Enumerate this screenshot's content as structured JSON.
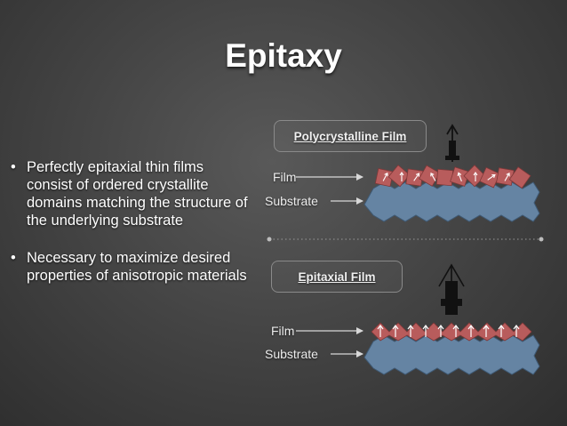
{
  "slide": {
    "title": "Epitaxy",
    "bullets": [
      {
        "marker": "•",
        "text": "Perfectly epitaxial thin films consist of ordered crystallite domains matching the structure of the underlying substrate"
      },
      {
        "marker": "•",
        "text": "Necessary to maximize desired properties of anisotropic materials"
      }
    ]
  },
  "diagram": {
    "poly": {
      "title": "Polycrystalline Film",
      "film_label": "Film",
      "substrate_label": "Substrate"
    },
    "epi": {
      "title": "Epitaxial Film",
      "film_label": "Film",
      "substrate_label": "Substrate"
    }
  },
  "colors": {
    "film": "#b85c5c",
    "substrate": "#6584a3",
    "text": "#ffffff"
  }
}
